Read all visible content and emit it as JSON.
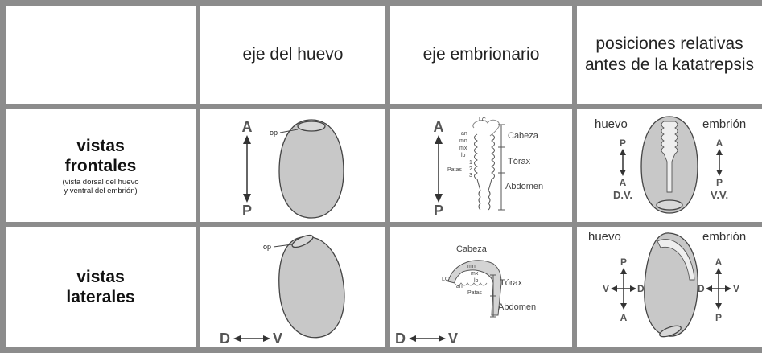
{
  "header": {
    "col1": "eje del huevo",
    "col2": "eje embrionario",
    "col3_line1": "posiciones relativas",
    "col3_line2": "antes de la katatrepsis"
  },
  "rows": {
    "frontal": {
      "title_line1": "vistas",
      "title_line2": "frontales",
      "note_line1": "(vista dorsal del huevo",
      "note_line2": "y ventral del embrión)"
    },
    "lateral": {
      "title_line1": "vistas",
      "title_line2": "laterales"
    }
  },
  "labels": {
    "A": "A",
    "P": "P",
    "D": "D",
    "V": "V",
    "op": "op",
    "LC": "LC",
    "an": "an",
    "mn": "mn",
    "mx": "mx",
    "lb": "lb",
    "n1": "1",
    "n2": "2",
    "n3": "3",
    "patas": "Patas",
    "cabeza": "Cabeza",
    "torax": "Tórax",
    "abdomen": "Abdomen",
    "huevo": "huevo",
    "embrion": "embrión",
    "dv": "D.V.",
    "vv": "V.V."
  },
  "colors": {
    "egg_fill": "#c8c8c8",
    "grid": "#8c8c8c",
    "line": "#555555",
    "text": "#222222"
  }
}
